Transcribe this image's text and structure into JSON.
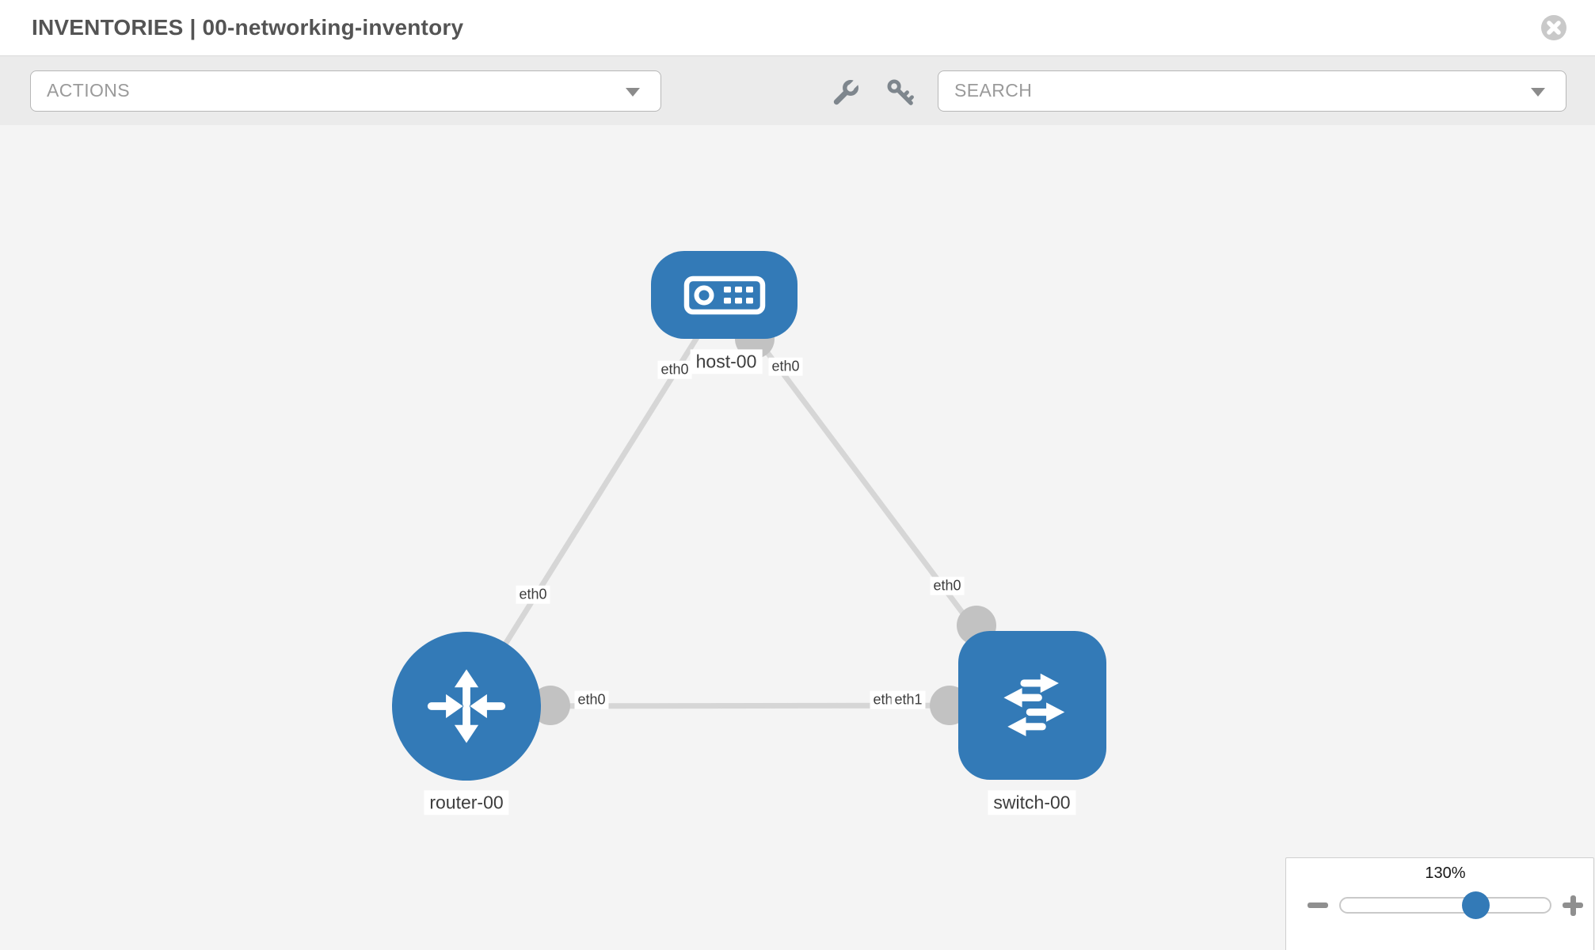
{
  "header": {
    "title": "INVENTORIES | 00-networking-inventory"
  },
  "toolbar": {
    "actions_label": "ACTIONS",
    "search_placeholder": "SEARCH"
  },
  "icons": {
    "close": "circled-x",
    "wrench": "wrench",
    "key": "key",
    "caret": "triangle-down",
    "minus": "−",
    "plus": "+"
  },
  "colors": {
    "node_blue": "#337ab7",
    "link_gray": "#d6d6d6",
    "endpoint_gray": "#c2c2c2",
    "canvas_bg": "#f4f4f4",
    "toolbar_bg": "#ebebeb",
    "slider_handle": "#337ab7"
  },
  "topology": {
    "nodes": [
      {
        "label": "host-00",
        "type": "host",
        "shape": "rounded-rect"
      },
      {
        "label": "router-00",
        "type": "router",
        "shape": "circle"
      },
      {
        "label": "switch-00",
        "type": "switch",
        "shape": "rounded-square"
      }
    ],
    "links": [
      {
        "from": "host-00",
        "from_if": "eth0",
        "to": "router-00",
        "to_if": "eth0"
      },
      {
        "from": "host-00",
        "from_if": "eth0",
        "to": "switch-00",
        "to_if": "eth0"
      },
      {
        "from": "router-00",
        "from_if": "eth0",
        "to": "switch-00",
        "to_if": "eth1",
        "to_if_overlap": "eth0"
      }
    ]
  },
  "zoom_control": {
    "level": "130%"
  }
}
